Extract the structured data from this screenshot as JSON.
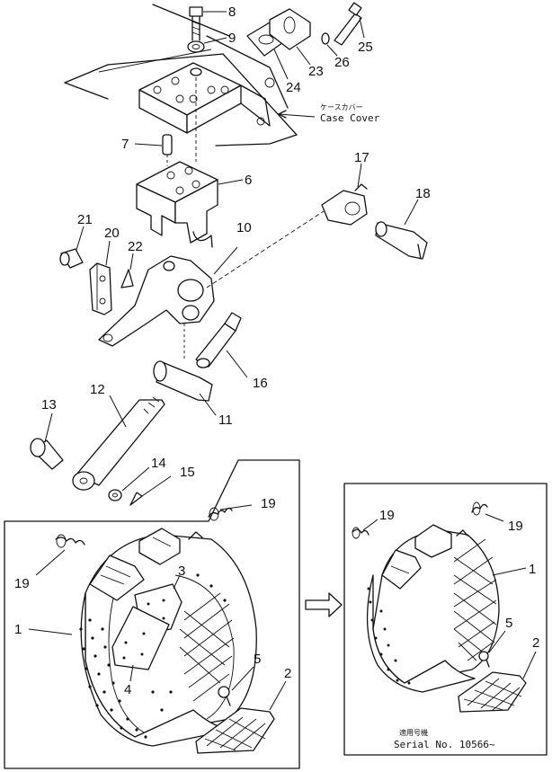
{
  "callouts": {
    "n1_right": "1",
    "n1_left": "1",
    "n2_right": "2",
    "n2_left": "2",
    "n3": "3",
    "n4": "4",
    "n5_right": "5",
    "n5_left": "5",
    "n6": "6",
    "n7": "7",
    "n8": "8",
    "n9": "9",
    "n10": "10",
    "n11": "11",
    "n12": "12",
    "n13": "13",
    "n14": "14",
    "n15": "15",
    "n16": "16",
    "n17": "17",
    "n18": "18",
    "n19_a": "19",
    "n19_b": "19",
    "n19_c": "19",
    "n19_d": "19",
    "n20": "20",
    "n21": "21",
    "n22": "22",
    "n23": "23",
    "n24": "24",
    "n25": "25",
    "n26": "26"
  },
  "labels": {
    "case_cover_jp": "ケースカバー",
    "case_cover_en": "Case Cover",
    "serial_jp": "適用号機",
    "serial_en": "Serial No. 10566~"
  },
  "colors": {
    "ink": "#111111",
    "paper": "#ffffff"
  }
}
